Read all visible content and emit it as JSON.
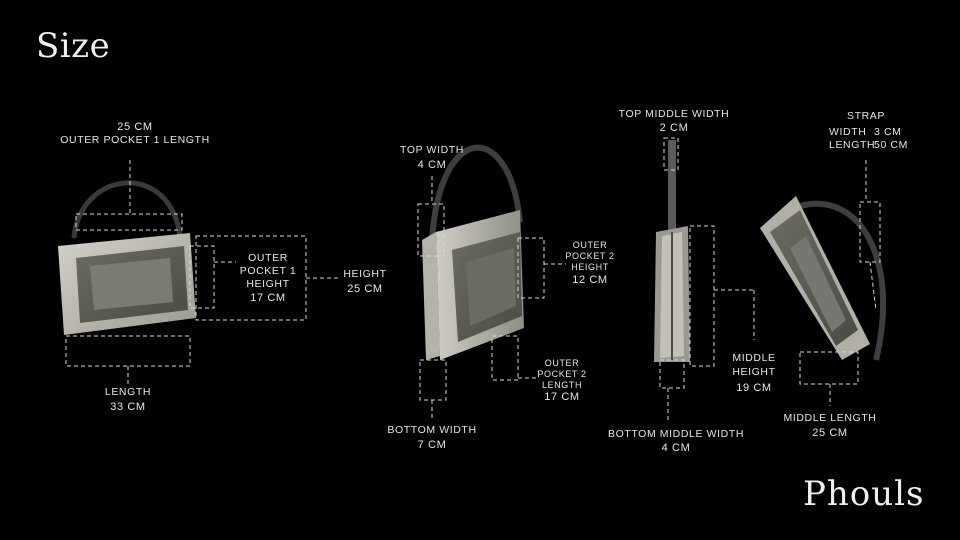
{
  "title": "Size",
  "brand": "Phouls",
  "colors": {
    "background": "#000000",
    "text": "#e6e6e6",
    "bag_body": "#c9c7bd",
    "bag_dark": "#5b5c52",
    "strap": "#3e403a",
    "dash": "#d8d8d8"
  },
  "views": {
    "front": {
      "outer_pocket_length": {
        "value": "25 CM",
        "label": "OUTER POCKET  1 LENGTH"
      },
      "outer_pocket_height": {
        "line1": "OUTER",
        "line2": "POCKET 1",
        "line3": "HEIGHT",
        "value": "17 CM"
      },
      "height": {
        "label": "HEIGHT",
        "value": "25 CM"
      },
      "length": {
        "label": "LENGTH",
        "value": "33 CM"
      }
    },
    "side_angle": {
      "top_width": {
        "label": "TOP WIDTH",
        "value": "4 CM"
      },
      "outer_pocket_2_height": {
        "line1": "OUTER",
        "line2": "POCKET 2",
        "line3": "HEIGHT",
        "value": "12 CM"
      },
      "outer_pocket_2_length": {
        "line1": "OUTER",
        "line2": "POCKET 2",
        "line3": "LENGTH",
        "value": "17 CM"
      },
      "bottom_width": {
        "label": "BOTTOM WIDTH",
        "value": "7 CM"
      }
    },
    "profile": {
      "top_middle_width": {
        "label": "TOP MIDDLE WIDTH",
        "value": "2 CM"
      },
      "middle_height": {
        "line1": "MIDDLE",
        "line2": "HEIGHT",
        "value": "19 CM"
      },
      "bottom_middle_width": {
        "label": "BOTTOM MIDDLE WIDTH",
        "value": "4 CM"
      }
    },
    "open_view": {
      "strap": {
        "label": "STRAP",
        "width_label": "WIDTH",
        "width_value": "3 CM",
        "length_label": "LENGTH",
        "length_value": "50 CM"
      },
      "middle_length": {
        "label": "MIDDLE LENGTH",
        "value": "25 CM"
      }
    }
  }
}
